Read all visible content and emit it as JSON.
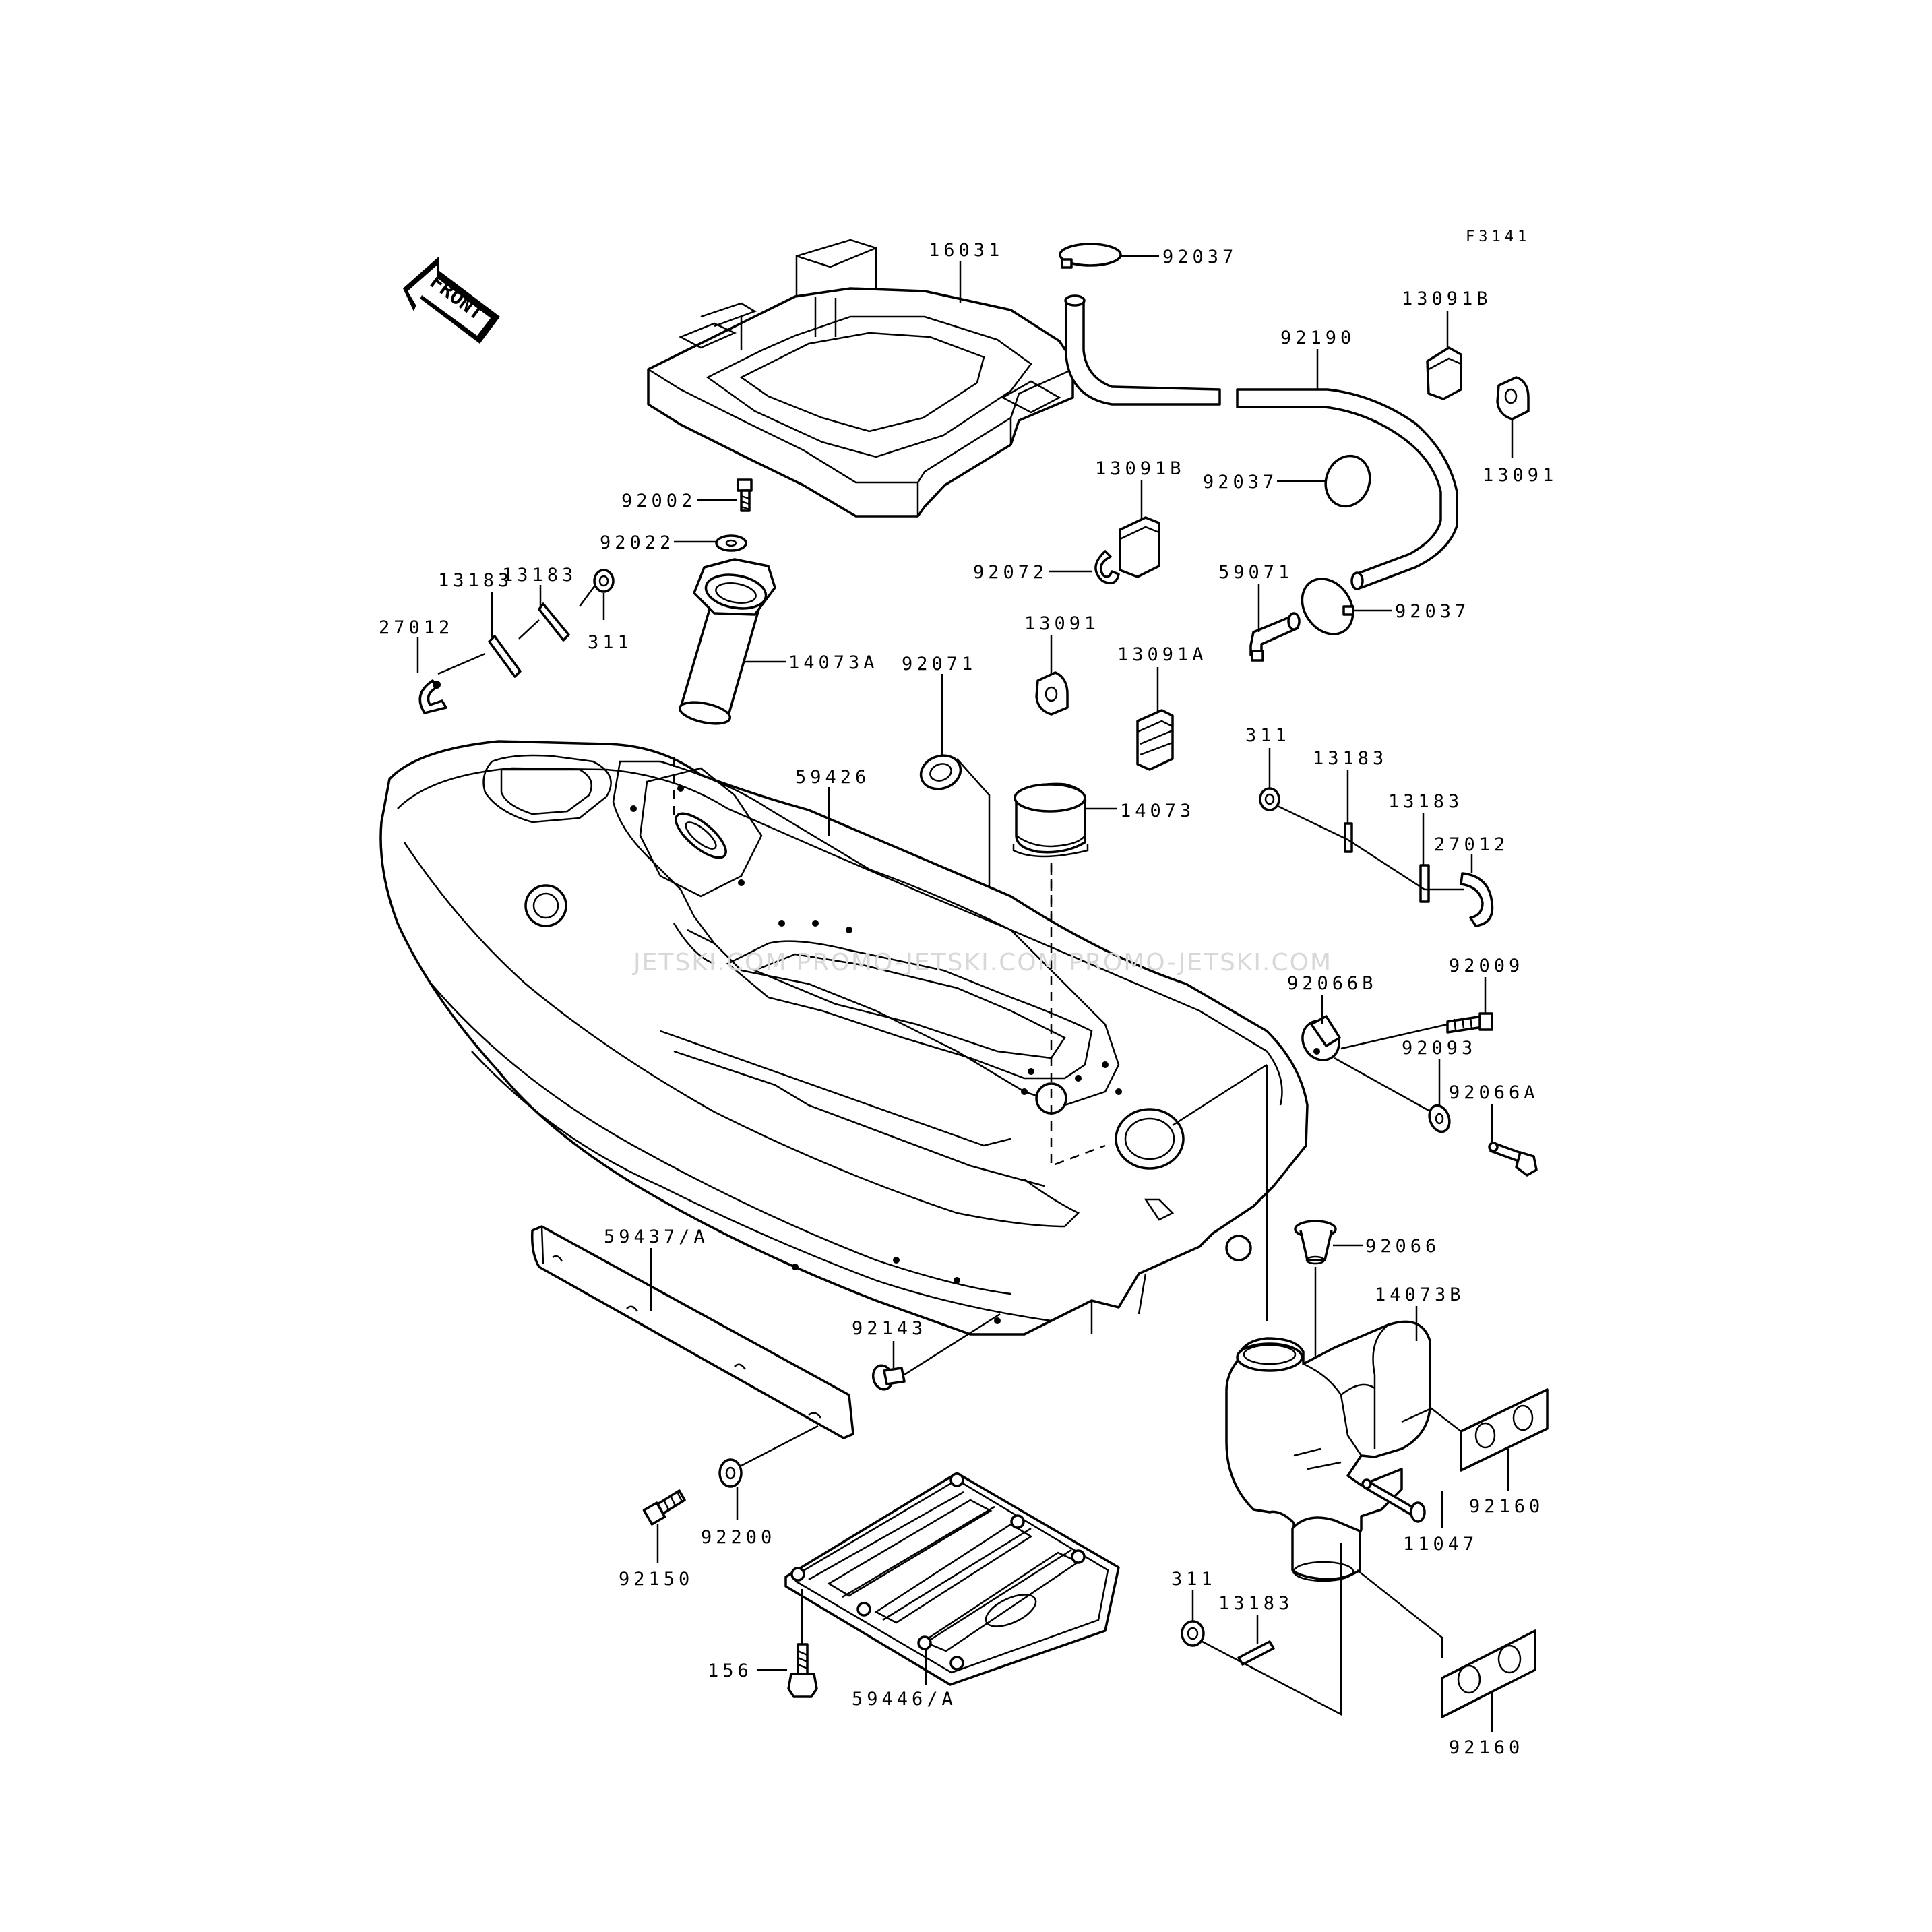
{
  "figure_id": "F3141",
  "front_label": "FRONT",
  "watermark": "JETSKI.COM  PROMO-JETSKI.COM  PROMO-JETSKI.COM",
  "labels": {
    "p16031": "16031",
    "p92037_top": "92037",
    "p92190": "92190",
    "p13091B_tr": "13091B",
    "p13091_r": "13091",
    "p13091B_mid": "13091B",
    "p92037_mid": "92037",
    "p92002": "92002",
    "p92022": "92022",
    "p13183_a": "13183",
    "p13183_b": "13183",
    "p27012_l": "27012",
    "p311_l": "311",
    "p14073A": "14073A",
    "p92072": "92072",
    "p59071": "59071",
    "p92037_low": "92037",
    "p13091_mid": "13091",
    "p13091A": "13091A",
    "p92071": "92071",
    "p59426": "59426",
    "p14073": "14073",
    "p311_r": "311",
    "p13183_c": "13183",
    "p13183_d": "13183",
    "p27012_r": "27012",
    "p92009": "92009",
    "p92066B": "92066B",
    "p92093": "92093",
    "p92066A": "92066A",
    "p92066": "92066",
    "p59437A": "59437/A",
    "p14073B": "14073B",
    "p92143": "92143",
    "p92160_a": "92160",
    "p11047": "11047",
    "p92200": "92200",
    "p92150": "92150",
    "p311_b": "311",
    "p13183_e": "13183",
    "p156": "156",
    "p59446A": "59446/A",
    "p92160_b": "92160"
  },
  "colors": {
    "ink": "#000000",
    "paper": "#ffffff",
    "watermark": "#d8d8d8"
  }
}
